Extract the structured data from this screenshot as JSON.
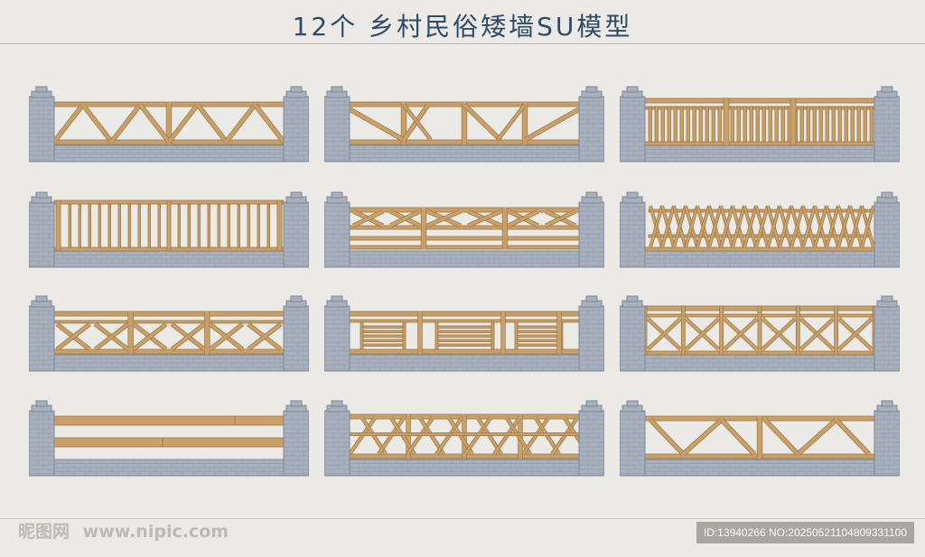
{
  "title": "12个 乡村民俗矮墙SU模型",
  "colors": {
    "wood": "#c8a068",
    "wood_dark": "#9c7644",
    "brick": "#a7b0bc",
    "brick_line": "#7e8794",
    "background": "#eceae6"
  },
  "panels": [
    {
      "id": "fence-1",
      "pattern": "diagonal-zigzag"
    },
    {
      "id": "fence-2",
      "pattern": "herringbone"
    },
    {
      "id": "fence-3",
      "pattern": "dense-pickets"
    },
    {
      "id": "fence-4",
      "pattern": "vertical-bars"
    },
    {
      "id": "fence-5",
      "pattern": "x-braces-with-rails"
    },
    {
      "id": "fence-6",
      "pattern": "woven-lattice"
    },
    {
      "id": "fence-7",
      "pattern": "x-braces"
    },
    {
      "id": "fence-8",
      "pattern": "louver-boxes"
    },
    {
      "id": "fence-9",
      "pattern": "x-boxes"
    },
    {
      "id": "fence-10",
      "pattern": "two-rails"
    },
    {
      "id": "fence-11",
      "pattern": "chevron-lattice"
    },
    {
      "id": "fence-12",
      "pattern": "large-triangles"
    }
  ],
  "footer": {
    "logo_text": "昵图网",
    "site": "www.nipic.com",
    "id_text": "ID:13940266 NO:20250521104809331100"
  }
}
